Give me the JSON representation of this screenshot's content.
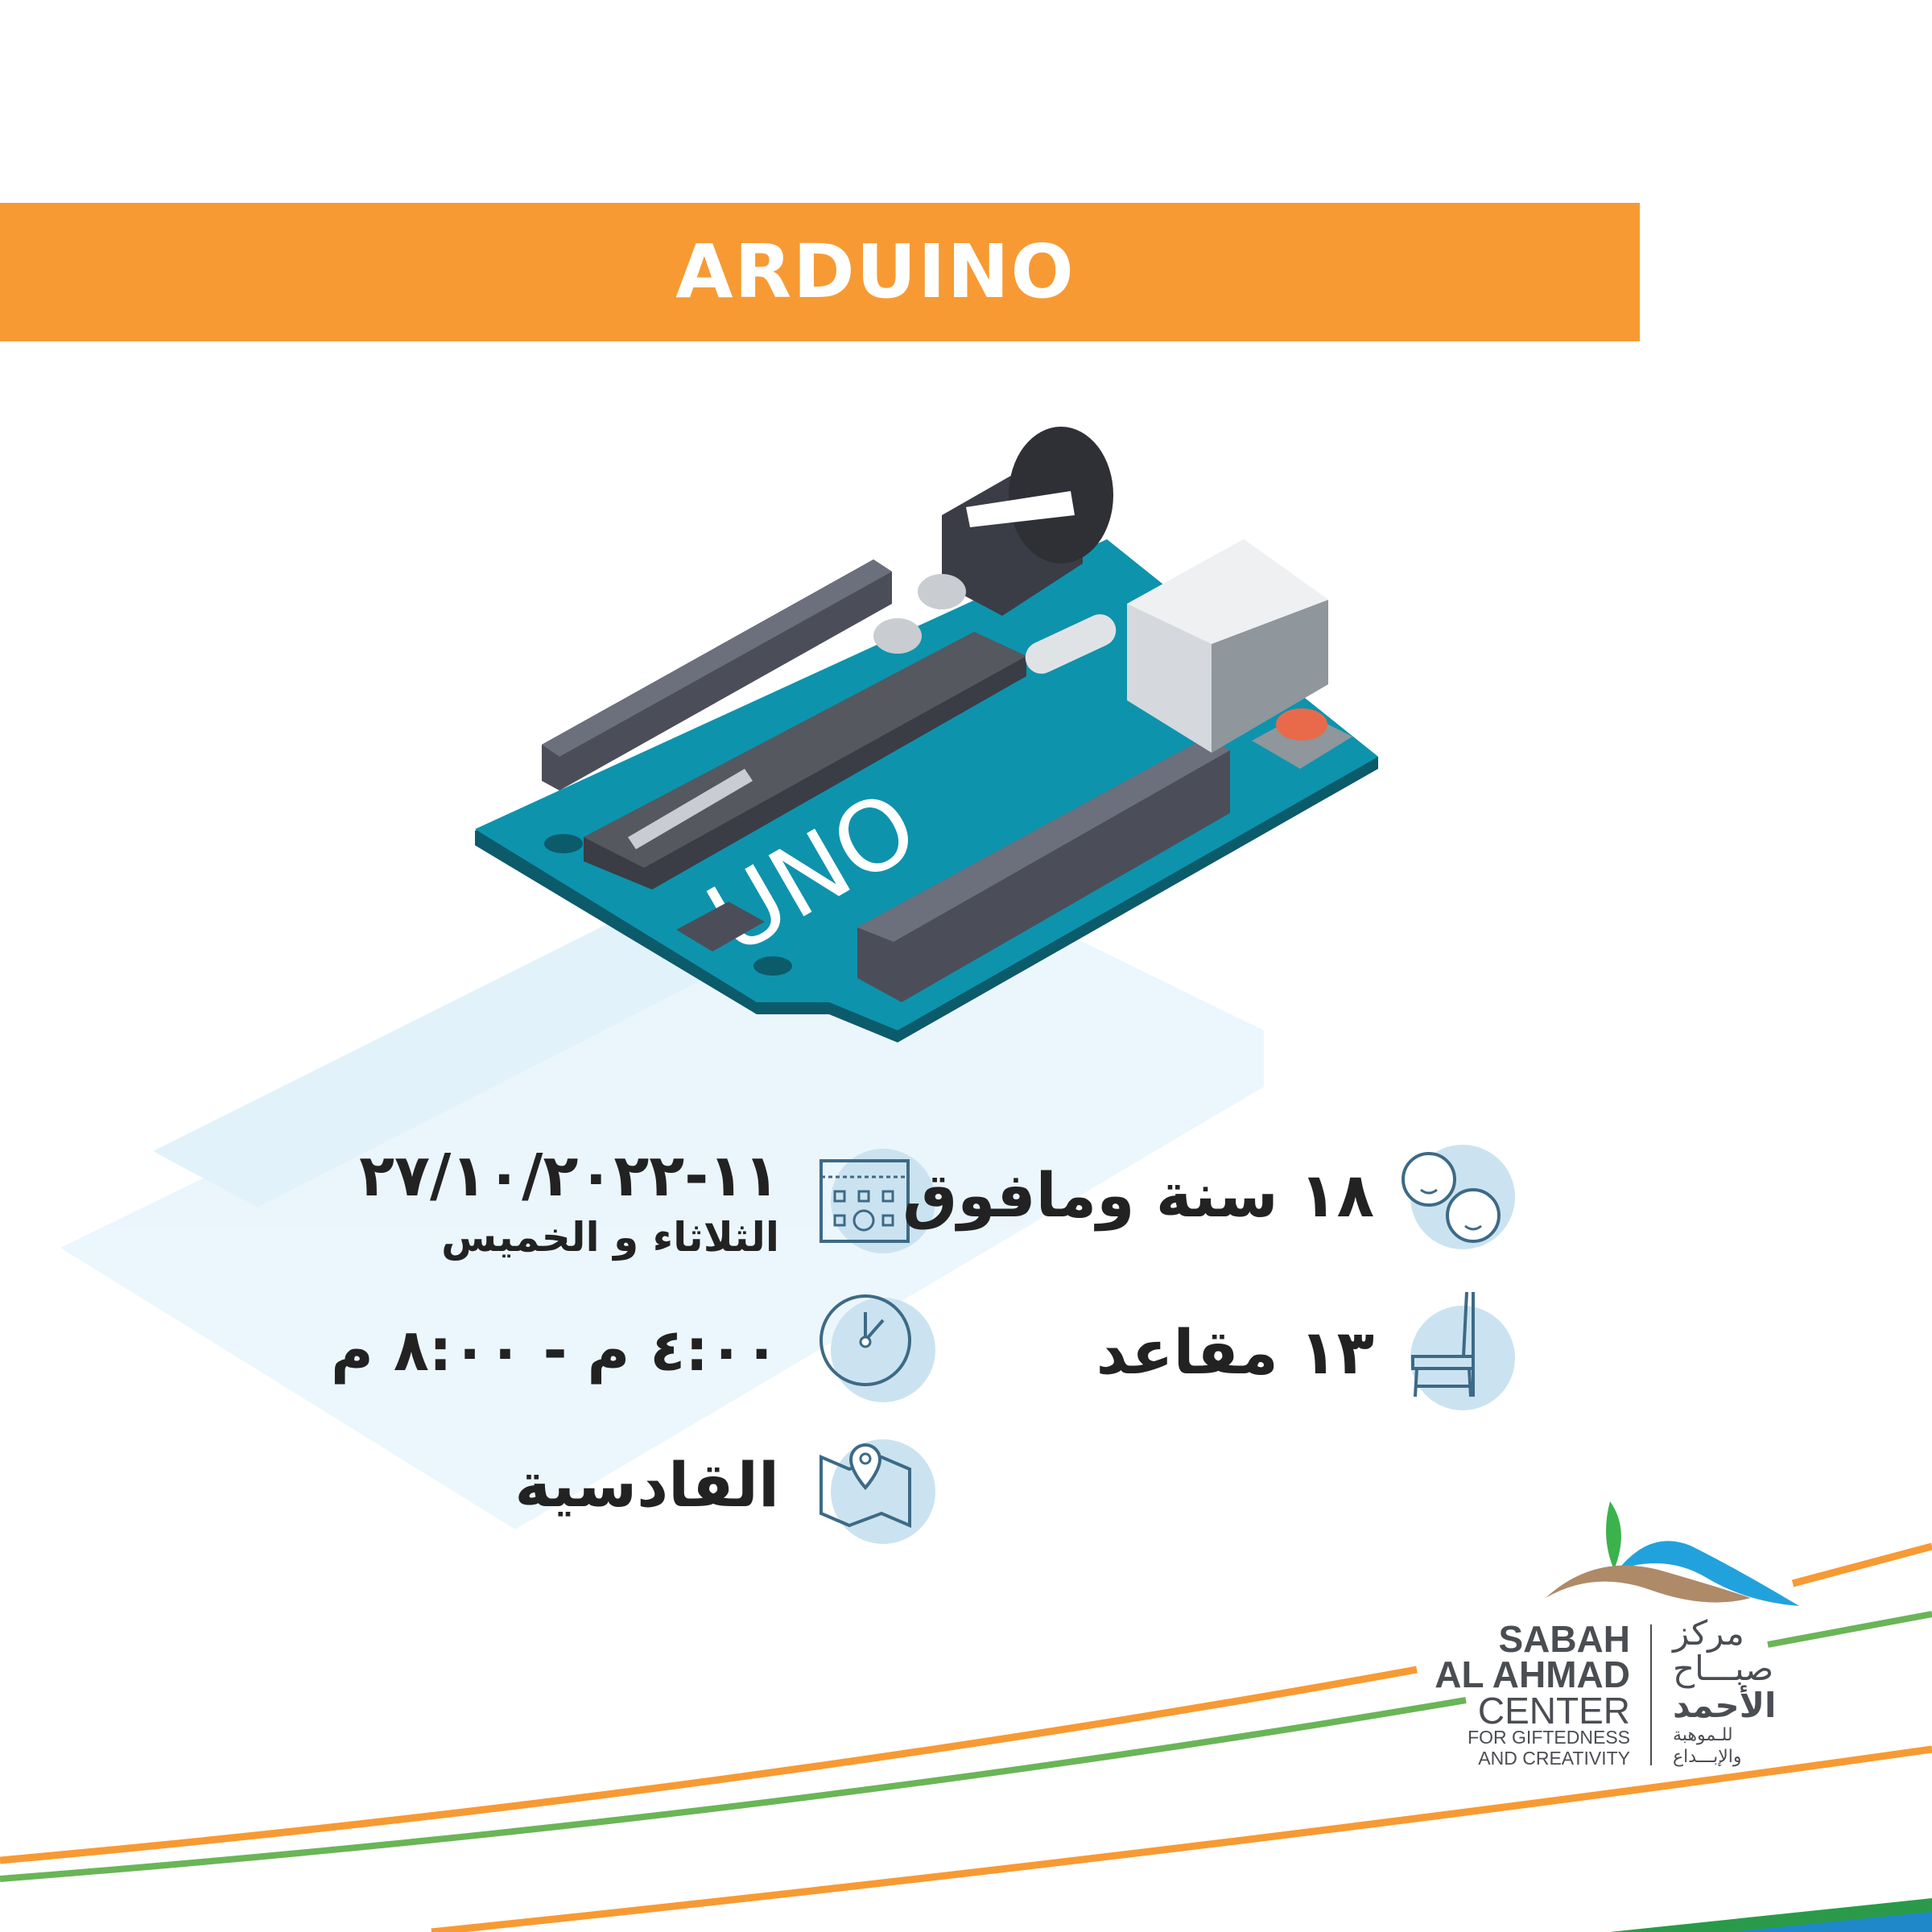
{
  "header": {
    "title": "ARDUINO"
  },
  "board": {
    "label": "UNO"
  },
  "info": {
    "date": "١١-٢٧/١٠/٢٠٢٢",
    "days": "الثلاثاء و الخميس",
    "time": "٤:٠٠ م - ٨:٠٠ م",
    "location": "القادسية",
    "age": "١٨ سنة ومافوق",
    "seats": "١٣ مقاعد",
    "icons": [
      "calendar-icon",
      "clock-icon",
      "map-pin-icon",
      "kids-icon",
      "chair-icon"
    ]
  },
  "logo": {
    "en": [
      "SABAH",
      "AL AHMAD",
      "CENTER",
      "FOR GIFTEDNESS",
      "AND CREATIVITY"
    ],
    "ar": [
      "مركز",
      "صبـــاح",
      "الأحمد",
      "للـموهبة",
      "والإبـــداع"
    ]
  },
  "colors": {
    "orange": "#f79a33",
    "green": "#6ab557",
    "teal": "#0e93ad",
    "icon": "#3d6a86",
    "icon_bg": "#cbe3f0"
  }
}
